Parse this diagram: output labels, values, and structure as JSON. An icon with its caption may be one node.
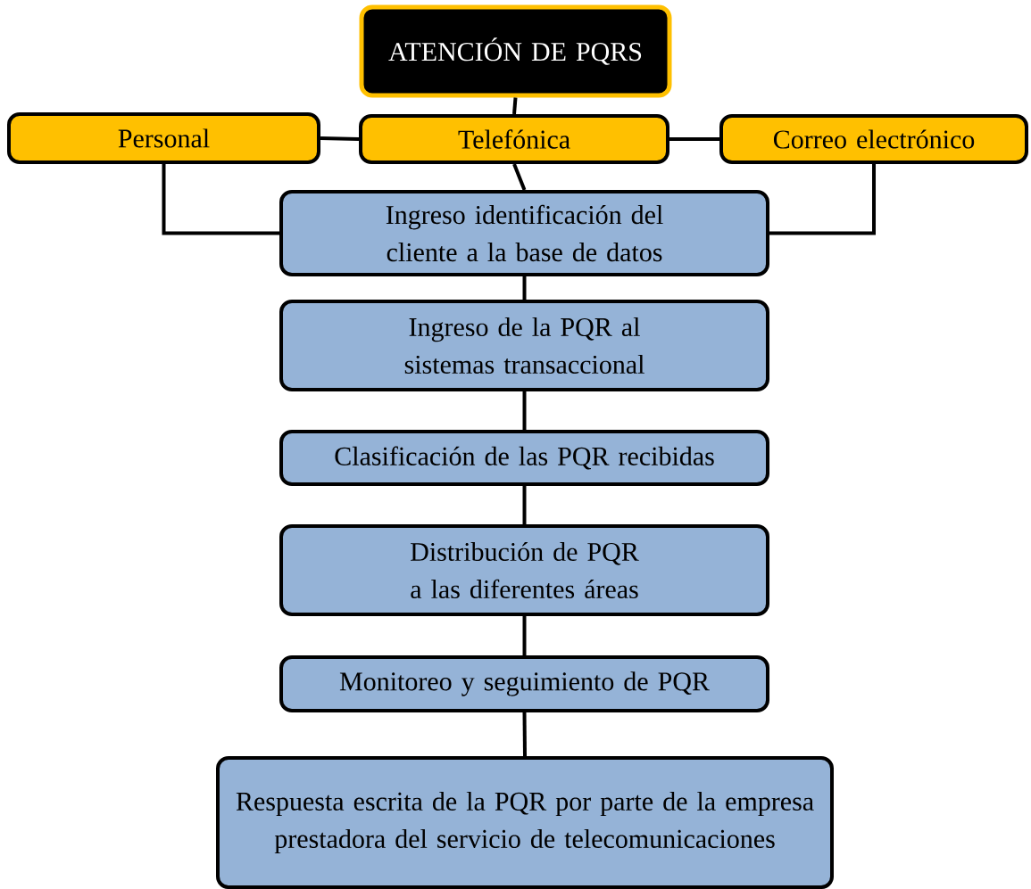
{
  "diagram": {
    "nodes": [
      {
        "text": [
          "ATENCIÓN DE PQRS"
        ]
      },
      {
        "text": [
          "Personal"
        ]
      },
      {
        "text": [
          "Telefónica"
        ]
      },
      {
        "text": [
          "Correo electrónico"
        ]
      },
      {
        "text": [
          "Ingreso identificación del cliente a la base de datos"
        ]
      },
      {
        "text": [
          "Ingreso de la PQR al sistemas transaccional"
        ]
      },
      {
        "text": [
          "Clasificación de las PQR recibidas"
        ]
      },
      {
        "text": [
          "Distribución de PQR a las diferentes áreas"
        ]
      },
      {
        "text": [
          "Monitoreo y seguimiento de PQR"
        ]
      },
      {
        "text": [
          "Respuesta escrita de la PQR por parte de la empresa prestadora del servicio de telecomunicaciones"
        ]
      }
    ],
    "edges": [
      {
        "from": 0,
        "to": 2,
        "arrow": "none"
      },
      {
        "from": 1,
        "to": 2,
        "arrow": "none"
      },
      {
        "from": 2,
        "to": 3,
        "arrow": "none"
      },
      {
        "from": 1,
        "to": 4,
        "arrow": "none"
      },
      {
        "from": 2,
        "to": 4,
        "arrow": "none"
      },
      {
        "from": 3,
        "to": 4,
        "arrow": "none"
      },
      {
        "from": 4,
        "to": 5,
        "arrow": "none"
      },
      {
        "from": 5,
        "to": 6,
        "arrow": "none"
      },
      {
        "from": 6,
        "to": 7,
        "arrow": "none"
      },
      {
        "from": 7,
        "to": 8,
        "arrow": "none"
      },
      {
        "from": 8,
        "to": 9,
        "arrow": "none"
      }
    ]
  }
}
